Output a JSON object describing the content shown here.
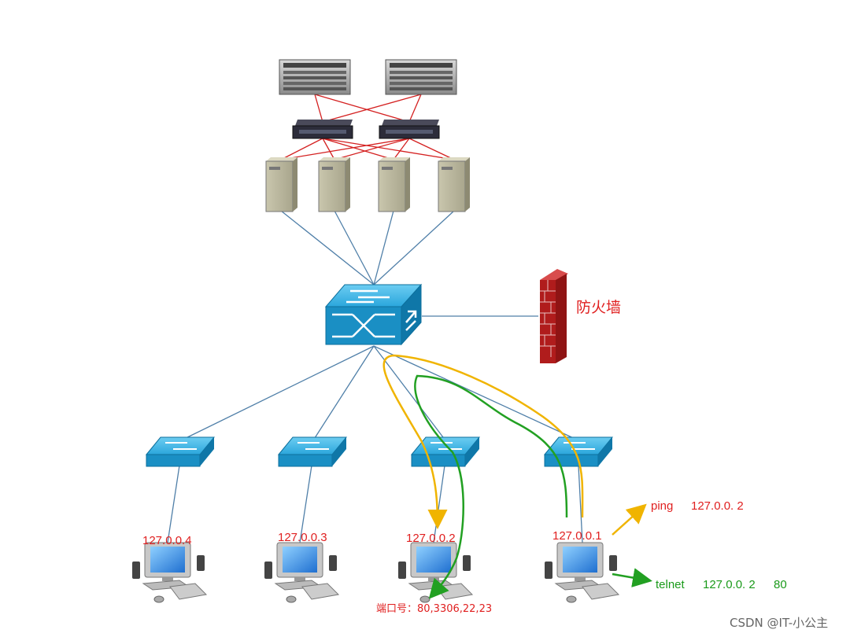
{
  "firewall": {
    "label": "防火墙"
  },
  "hosts": [
    {
      "ip": "127.0.0.4"
    },
    {
      "ip": "127.0.0.3"
    },
    {
      "ip": "127.0.0.2"
    },
    {
      "ip": "127.0.0.1"
    }
  ],
  "port_note": "端口号：80,3306,22,23",
  "ping": {
    "cmd": "ping",
    "target": "127.0.0. 2"
  },
  "telnet": {
    "cmd": "telnet",
    "target": "127.0.0. 2",
    "port": "80"
  },
  "watermark": "CSDN @IT-小公主",
  "colors": {
    "redlink": "#d42020",
    "bluelink": "#4f7fa8",
    "ping_arrow": "#f0b400",
    "telnet_arrow": "#22a022",
    "switch": "#1a8fc4"
  }
}
